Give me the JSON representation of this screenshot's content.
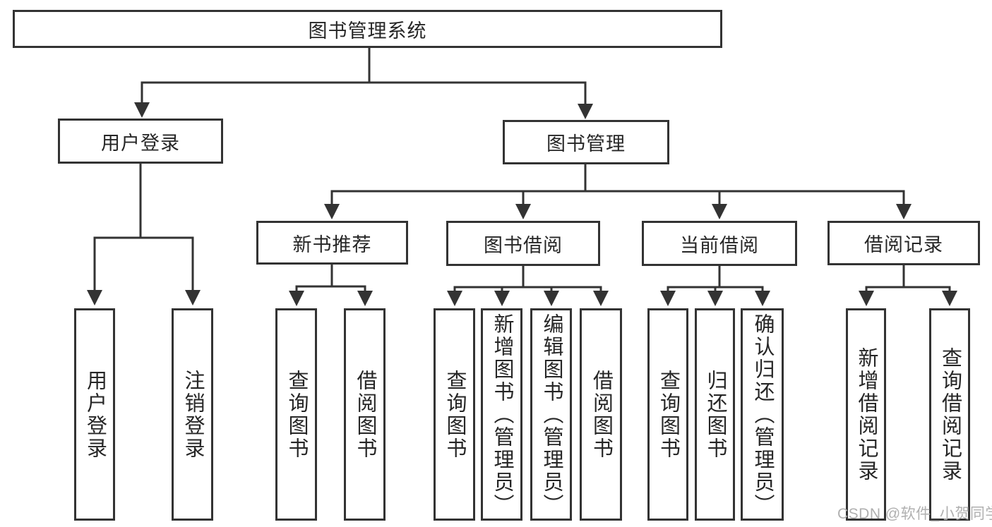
{
  "tree": {
    "label": "图书管理系统",
    "children": [
      {
        "label": "用户登录",
        "children": [
          {
            "label": "用户登录"
          },
          {
            "label": "注销登录"
          }
        ]
      },
      {
        "label": "图书管理",
        "children": [
          {
            "label": "新书推荐",
            "children": [
              {
                "label": "查询图书"
              },
              {
                "label": "借阅图书"
              }
            ]
          },
          {
            "label": "图书借阅",
            "children": [
              {
                "label": "查询图书"
              },
              {
                "label": "新增图书（管理员）"
              },
              {
                "label": "编辑图书（管理员）"
              },
              {
                "label": "借阅图书"
              }
            ]
          },
          {
            "label": "当前借阅",
            "children": [
              {
                "label": "查询图书"
              },
              {
                "label": "归还图书"
              },
              {
                "label": "确认归还（管理员）"
              }
            ]
          },
          {
            "label": "借阅记录",
            "children": [
              {
                "label": "新增借阅记录"
              },
              {
                "label": "查询借阅记录"
              }
            ]
          }
        ]
      }
    ]
  },
  "watermark": {
    "text": "CSDN @软件_小贺同学"
  },
  "colors": {
    "line": "#333333",
    "text": "#262626",
    "box_bg": "#ffffff",
    "watermark": "#b0b0b0",
    "background": "#ffffff"
  }
}
